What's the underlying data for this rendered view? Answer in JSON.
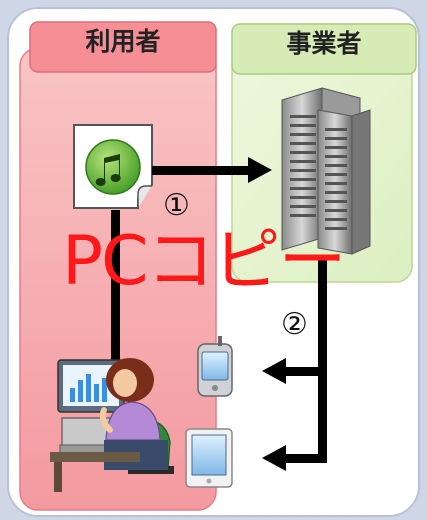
{
  "user_panel": {
    "label": "利用者"
  },
  "business_panel": {
    "label": "事業者"
  },
  "steps": {
    "step1": "①",
    "step2": "②"
  },
  "overlay": {
    "text": "PCコピー"
  },
  "colors": {
    "user_panel_fill": "#f7aeb0",
    "user_tab_fill": "#f58e95",
    "business_panel_fill": "#e8f4d0",
    "business_tab_fill": "#d6ebb5",
    "overlay_text": "#ff1818",
    "arrow": "#000000"
  },
  "icons": [
    "music-file-icon",
    "server-icon",
    "user-at-pc-icon",
    "smartphone-icon",
    "tablet-icon"
  ]
}
